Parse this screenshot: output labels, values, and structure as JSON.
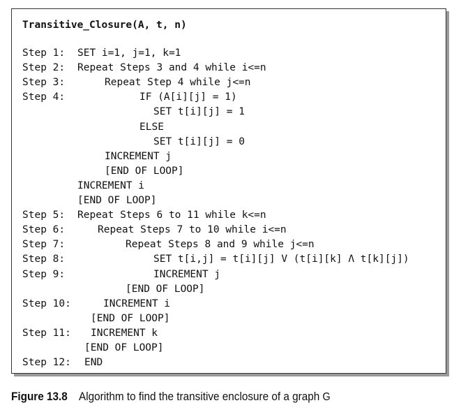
{
  "algorithm": {
    "title": "Transitive_Closure(A, t, n)",
    "lines": [
      {
        "step": "Step 1:",
        "code": "SET i=1, j=1, k=1"
      },
      {
        "step": "Step 2:",
        "code": "Repeat Steps 3 and 4 while i<=n"
      },
      {
        "step": "Step 3:",
        "code": "Repeat Step 4 while j<=n"
      },
      {
        "step": "Step 4:",
        "code": "IF (A[i][j] = 1)"
      },
      {
        "step": "",
        "code": "SET t[i][j] = 1"
      },
      {
        "step": "",
        "code": "ELSE"
      },
      {
        "step": "",
        "code": "SET t[i][j] = 0"
      },
      {
        "step": "",
        "code": "INCREMENT j"
      },
      {
        "step": "",
        "code": "[END OF LOOP]"
      },
      {
        "step": "",
        "code": "INCREMENT i"
      },
      {
        "step": "",
        "code": "[END OF LOOP]"
      },
      {
        "step": "Step 5:",
        "code": "Repeat Steps 6 to 11 while k<=n"
      },
      {
        "step": "Step 6:",
        "code": "Repeat Steps 7 to 10 while i<=n"
      },
      {
        "step": "Step 7:",
        "code": "Repeat Steps 8 and 9 while j<=n"
      },
      {
        "step": "Step 8:",
        "code": "SET t[i,j] = t[i][j] V (t[i][k] Λ t[k][j])"
      },
      {
        "step": "Step 9:",
        "code": "INCREMENT j"
      },
      {
        "step": "",
        "code": "[END OF LOOP]"
      },
      {
        "step": "Step 10:",
        "code": "INCREMENT i"
      },
      {
        "step": "",
        "code": "[END OF LOOP]"
      },
      {
        "step": "Step 11:",
        "code": "INCREMENT k"
      },
      {
        "step": "",
        "code": "[END OF LOOP]"
      },
      {
        "step": "Step 12:",
        "code": "END"
      }
    ]
  },
  "caption": {
    "label": "Figure 13.8",
    "text": "Algorithm to find the transitive enclosure of a graph",
    "graph_symbol": "G"
  }
}
